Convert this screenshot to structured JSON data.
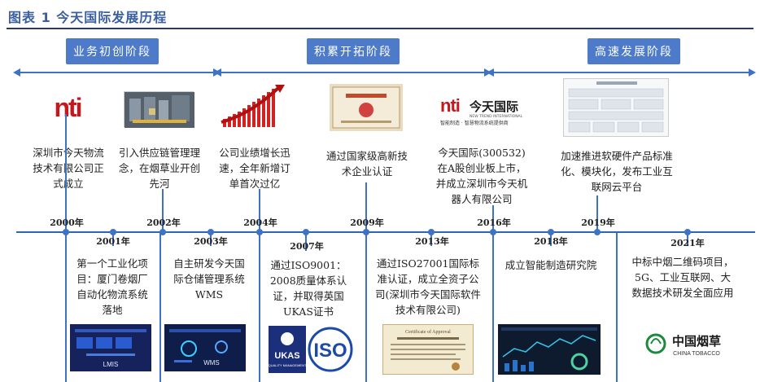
{
  "title": "图表 1 今天国际发展历程",
  "phases": [
    "业务初创阶段",
    "积累开拓阶段",
    "高速发展阶段"
  ],
  "top_events": [
    {
      "year": "2000年",
      "text": "深圳市今天物流技术有限公司正式成立",
      "image": "nti-logo"
    },
    {
      "year": "2002年",
      "text": "引入供应链管理理念，在烟草业开创先河",
      "image": "warehouse-photo"
    },
    {
      "year": "2004年",
      "text": "公司业绩增长迅速，全年新增订单首次过亿",
      "image": "growth-chart"
    },
    {
      "year": "2009年",
      "text": "通过国家级高新技术企业认证",
      "image": "certificate"
    },
    {
      "year": "2016年",
      "text": "今天国际(300532)在A股创业板上市，并成立深圳市今天机器人有限公司",
      "image": "company-logo"
    },
    {
      "year": "2019年",
      "text": "加速推进软硬件产品标准化、模块化，发布工业互联网云平台",
      "image": "platform-diagram"
    }
  ],
  "bottom_events": [
    {
      "year": "2001年",
      "text": "第一个工业化项目：厦门卷烟厂自动化物流系统落地",
      "image": "lmis-screen",
      "image_label": "LMIS"
    },
    {
      "year": "2003年",
      "text": "自主研发今天国际仓储管理系统WMS",
      "image": "wms-screen",
      "image_label": "WMS"
    },
    {
      "year": "2007年",
      "text": "通过ISO9001：2008质量体系认证，并取得英国UKAS证书",
      "image": "ukas-iso"
    },
    {
      "year": "2013年",
      "text": "通过ISO27001国际标准认证，成立全资子公司(深圳市今天国际软件技术有限公司)",
      "image": "certificate-2"
    },
    {
      "year": "2018年",
      "text": "成立智能制造研究院",
      "image": "dashboard"
    },
    {
      "year": "2021年",
      "text": "中标中烟二维码项目，5G、工业互联网、大数据技术研发全面应用",
      "image": "tobacco-logo"
    }
  ],
  "logos": {
    "nti": "nti",
    "company_name": "今天国际",
    "company_sub": "智能制造 · 智慧物流系统提供商",
    "company_en": "NEW TREND INTERNATIONAL",
    "ukas": "UKAS",
    "ukas_sub": "QUALITY MANAGEMENT",
    "iso": "ISO",
    "tobacco_cn": "中国烟草",
    "tobacco_en": "CHINA TOBACCO",
    "cert_title": "Certificate of Approval"
  },
  "colors": {
    "accent": "#4d7bc9",
    "line": "#2e66b6",
    "nti_red": "#c8161d",
    "tobacco_green": "#1a8a3c"
  }
}
